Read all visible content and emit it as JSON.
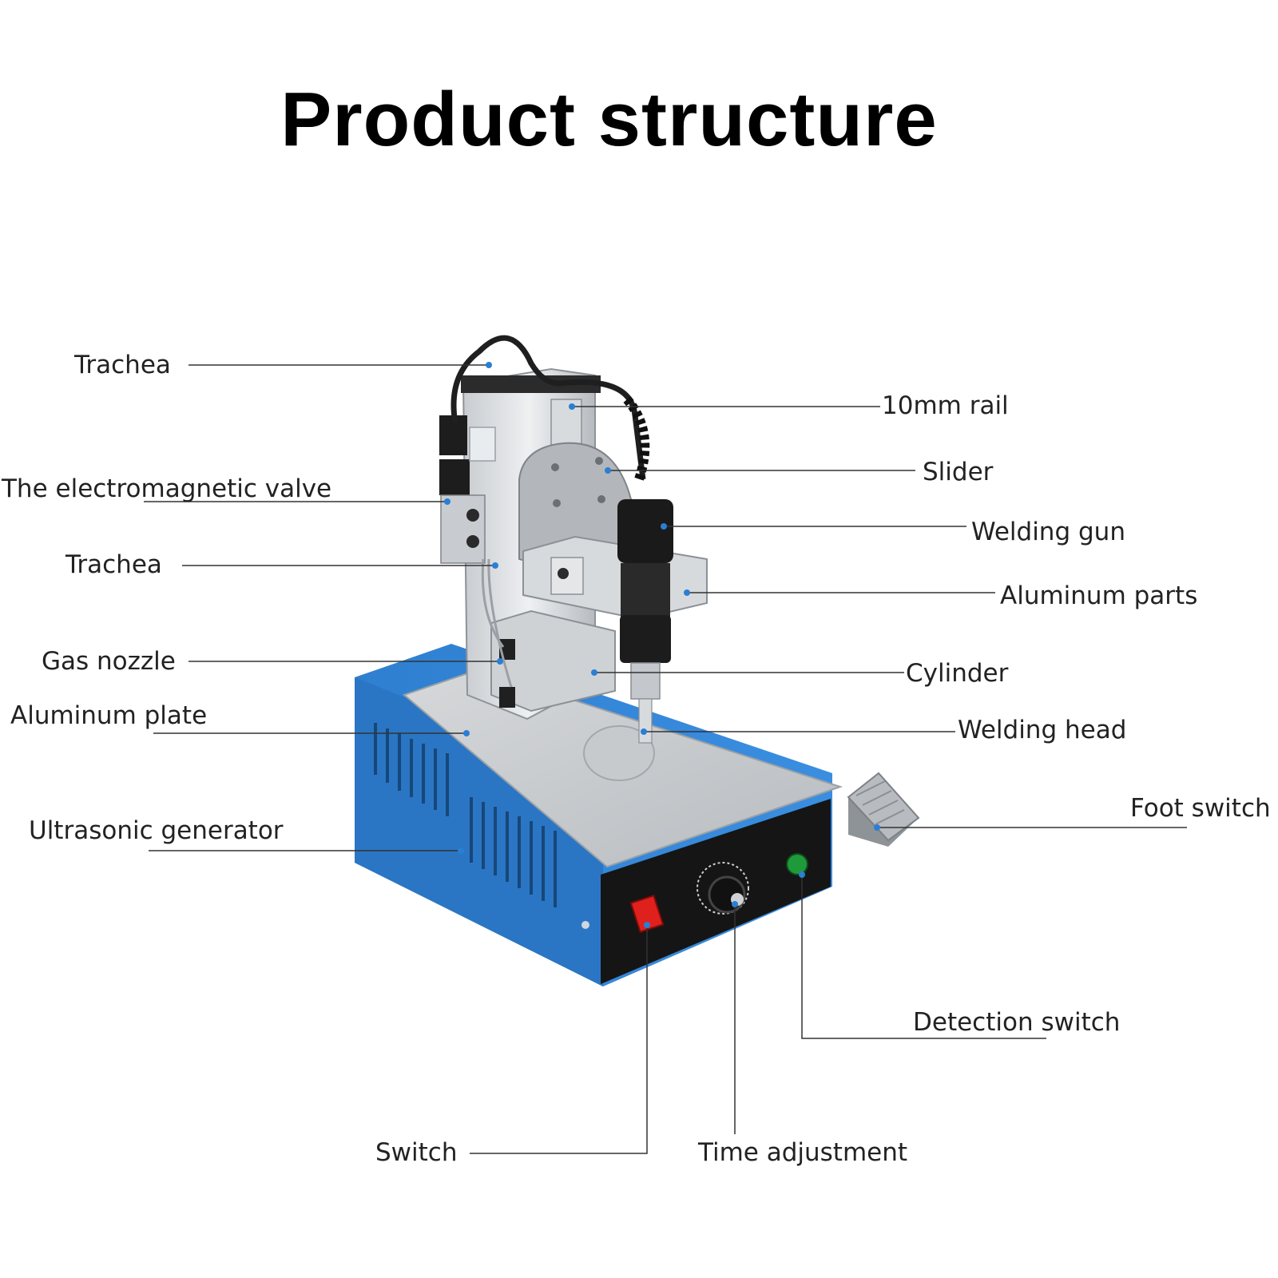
{
  "title": "Product structure",
  "labels": {
    "trachea_top": "Trachea",
    "electromagnetic_valve": "The electromagnetic valve",
    "trachea_mid": "Trachea",
    "gas_nozzle": "Gas nozzle",
    "aluminum_plate": "Aluminum plate",
    "ultrasonic_generator": "Ultrasonic generator",
    "rail_10mm": "10mm rail",
    "slider": "Slider",
    "welding_gun": "Welding gun",
    "aluminum_parts": "Aluminum parts",
    "cylinder": "Cylinder",
    "welding_head": "Welding head",
    "foot_switch": "Foot switch",
    "detection_switch": "Detection switch",
    "switch": "Switch",
    "time_adjustment": "Time adjustment"
  },
  "colors": {
    "machine_blue": "#2f7fd0",
    "leader_dot": "#2a7fd4",
    "panel_black": "#151515",
    "power_button": "#e0201c",
    "detect_button": "#1f9a3a"
  }
}
